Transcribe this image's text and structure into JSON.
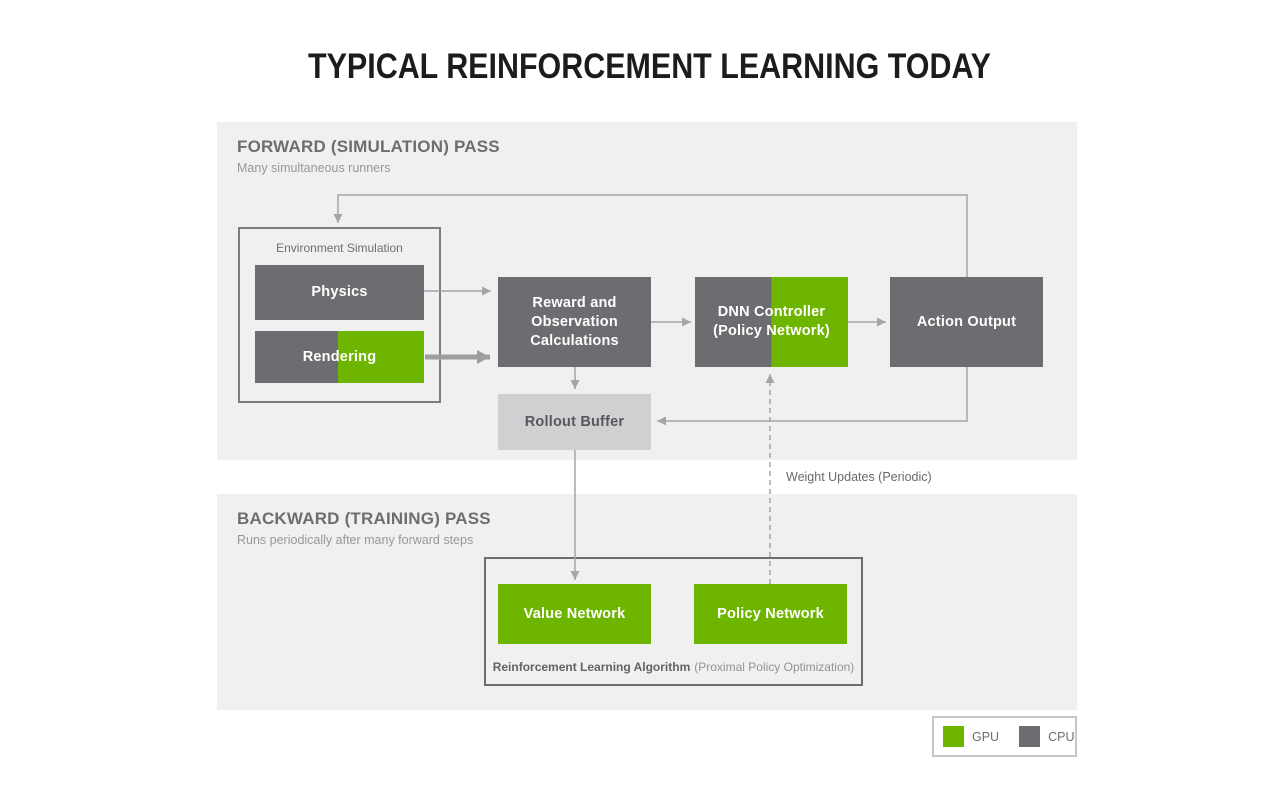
{
  "title": "TYPICAL REINFORCEMENT LEARNING TODAY",
  "colors": {
    "gpu_green": "#6eb500",
    "cpu_gray": "#6c6d70",
    "section_background": "#f0f0f1",
    "rollout_gray": "#cfd0d2",
    "arrow_gray": "#a4a5a7"
  },
  "forward": {
    "heading": "FORWARD (SIMULATION) PASS",
    "subheading": "Many simultaneous runners",
    "environment": {
      "label": "Environment Simulation",
      "physics_label": "Physics",
      "rendering_label": "Rendering"
    },
    "reward_lines": [
      "Reward and",
      "Observation",
      "Calculations"
    ],
    "dnn_lines": [
      "DNN Controller",
      "(Policy Network)"
    ],
    "action_label": "Action Output",
    "rollout_label": "Rollout Buffer"
  },
  "backward": {
    "heading": "BACKWARD (TRAINING) PASS",
    "subheading": "Runs periodically after many forward steps",
    "value_label": "Value Network",
    "policy_label": "Policy Network",
    "caption_bold": "Reinforcement Learning Algorithm",
    "caption_regular": "(Proximal Policy Optimization)"
  },
  "annotations": {
    "weight_updates": "Weight Updates (Periodic)"
  },
  "legend": {
    "gpu_label": "GPU",
    "cpu_label": "CPU"
  }
}
